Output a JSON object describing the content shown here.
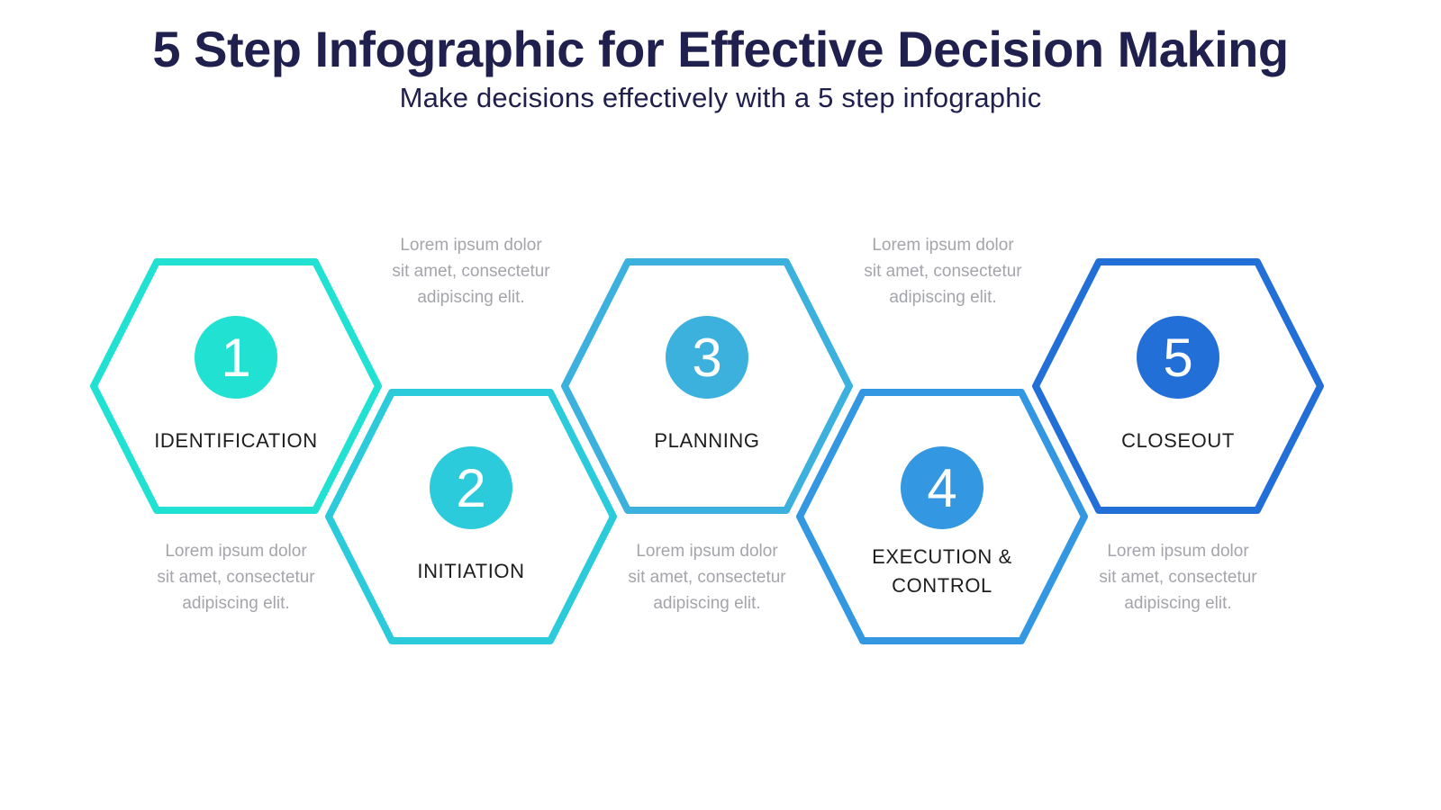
{
  "header": {
    "title": "5 Step Infographic for Effective Decision Making",
    "subtitle": "Make decisions effectively with a 5 step infographic"
  },
  "theme": {
    "background": "#ffffff",
    "title_color": "#20204e",
    "label_color": "#1d1d1f",
    "description_color": "#a4a5ab",
    "number_color": "#ffffff"
  },
  "steps": [
    {
      "number": "1",
      "label": "IDENTIFICATION",
      "label_lines": [
        "IDENTIFICATION",
        ""
      ],
      "color": "#21e1d2",
      "description_placement": "below",
      "description": "Lorem ipsum dolor sit amet, consectetur adipiscing elit.",
      "description_lines": [
        "Lorem ipsum dolor",
        "sit amet, consectetur",
        "adipiscing elit."
      ]
    },
    {
      "number": "2",
      "label": "INITIATION",
      "label_lines": [
        "INITIATION",
        ""
      ],
      "color": "#2bcbdc",
      "description_placement": "above",
      "description": "Lorem ipsum dolor sit amet, consectetur adipiscing elit.",
      "description_lines": [
        "Lorem ipsum dolor",
        "sit amet, consectetur",
        "adipiscing elit."
      ]
    },
    {
      "number": "3",
      "label": "PLANNING",
      "label_lines": [
        "PLANNING",
        ""
      ],
      "color": "#3cb1de",
      "description_placement": "below",
      "description": "Lorem ipsum dolor sit amet, consectetur adipiscing elit.",
      "description_lines": [
        "Lorem ipsum dolor",
        "sit amet, consectetur",
        "adipiscing elit."
      ]
    },
    {
      "number": "4",
      "label": "EXECUTION & CONTROL",
      "label_lines": [
        "EXECUTION &",
        "CONTROL"
      ],
      "color": "#3397e1",
      "description_placement": "above",
      "description": "Lorem ipsum dolor sit amet, consectetur adipiscing elit.",
      "description_lines": [
        "Lorem ipsum dolor",
        "sit amet, consectetur",
        "adipiscing elit."
      ]
    },
    {
      "number": "5",
      "label": "CLOSEOUT",
      "label_lines": [
        "CLOSEOUT",
        ""
      ],
      "color": "#236fd8",
      "description_placement": "below",
      "description": "Lorem ipsum dolor sit amet, consectetur adipiscing elit.",
      "description_lines": [
        "Lorem ipsum dolor",
        "sit amet, consectetur",
        "adipiscing elit."
      ]
    }
  ]
}
